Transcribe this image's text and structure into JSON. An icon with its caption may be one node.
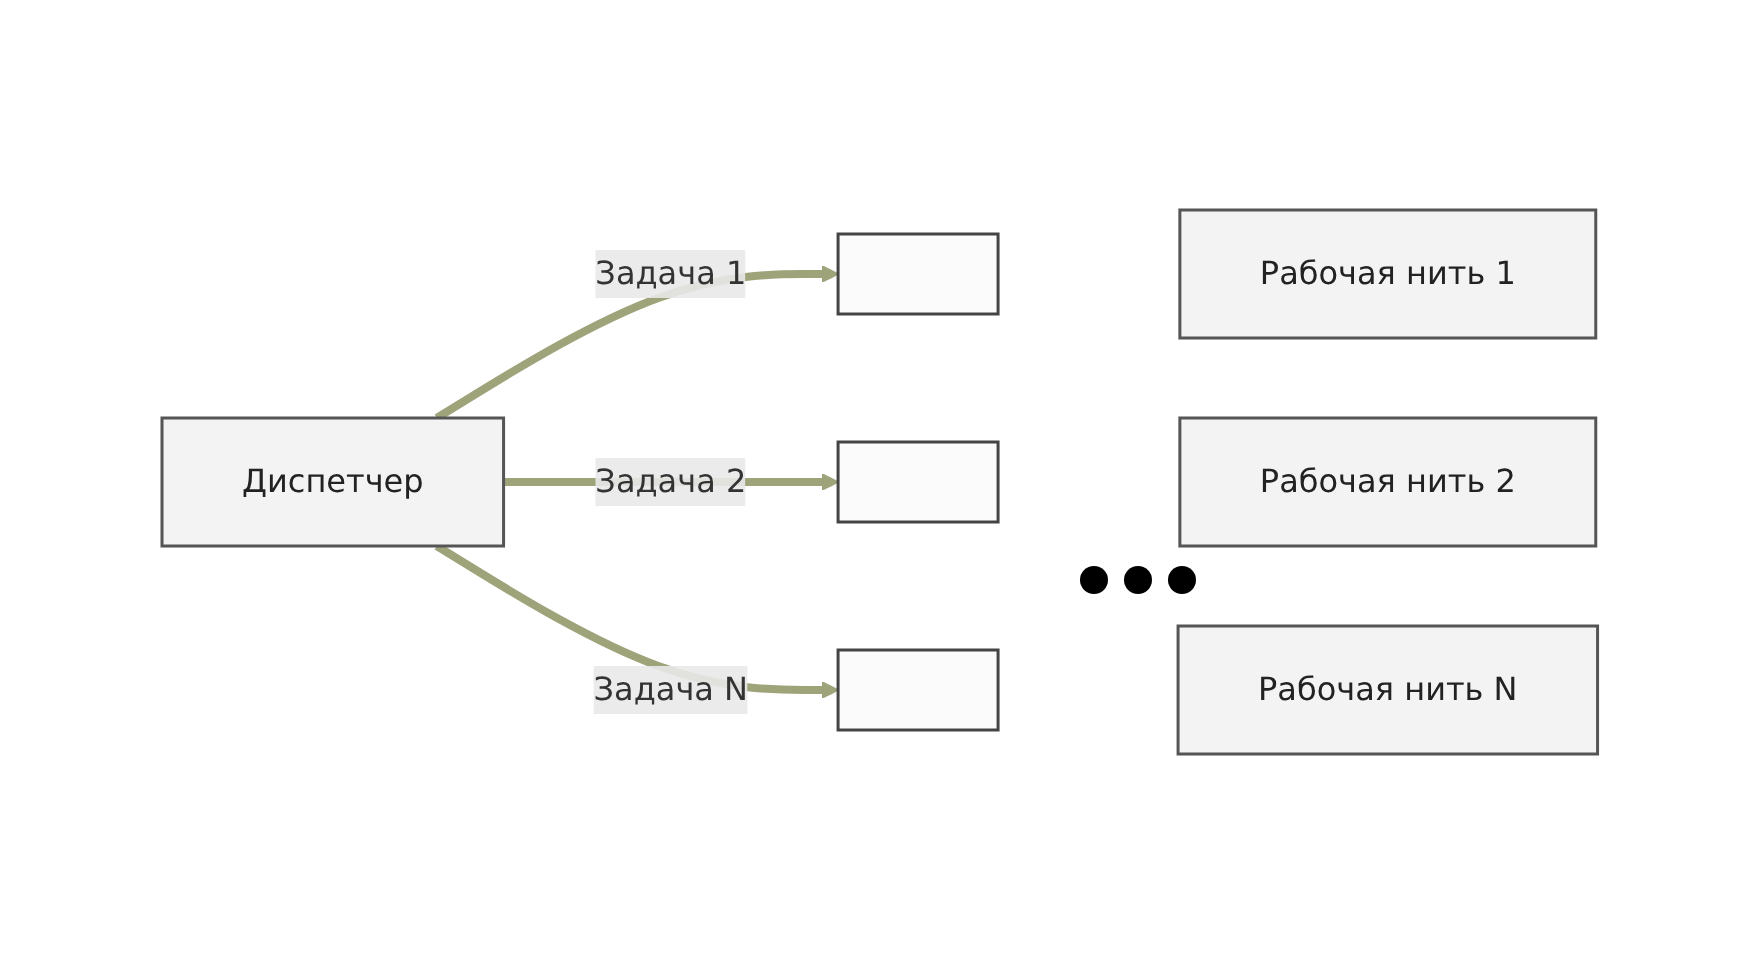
{
  "diagram": {
    "nodes": [
      {
        "text": [
          "Диспетчер"
        ]
      },
      {
        "text": [],
        "shape": "box"
      },
      {
        "text": [
          "Рабочая нить 1"
        ]
      },
      {
        "text": [],
        "shape": "box"
      },
      {
        "text": [
          "Рабочая нить 2"
        ]
      },
      {
        "text": [],
        "shape": "box"
      },
      {
        "text": [
          "Рабочая нить N"
        ]
      }
    ],
    "edges": [
      {
        "from": 0,
        "to": 1,
        "arrow": "to",
        "label": "Задача 1"
      },
      {
        "from": 0,
        "to": 3,
        "arrow": "to",
        "label": "Задача 2"
      },
      {
        "from": 0,
        "to": 5,
        "arrow": "to",
        "label": "Задача N"
      }
    ]
  }
}
